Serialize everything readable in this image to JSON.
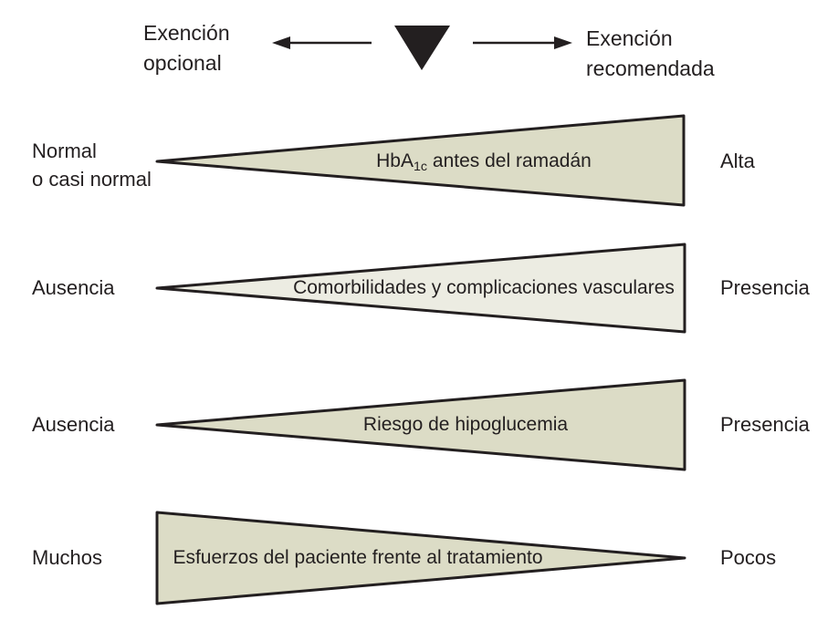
{
  "colors": {
    "ink": "#231f20",
    "wedge_fill_dark": "#dcdcc6",
    "wedge_fill_light": "#ecece2",
    "background": "#ffffff"
  },
  "header": {
    "left_label_line1": "Exención",
    "left_label_line2": "opcional",
    "right_label_line1": "Exención",
    "right_label_line2": "recomendada"
  },
  "rows": [
    {
      "left_label_line1": "Normal",
      "left_label_line2": "o casi normal",
      "wedge_label_pre": "HbA",
      "wedge_label_sub": "1c",
      "wedge_label_post": " antes del ramadán",
      "right_label": "Alta",
      "direction": "widens-right",
      "fill": "#dcdcc6"
    },
    {
      "left_label_line1": "Ausencia",
      "wedge_label_pre": "Comorbilidades y complicaciones vasculares",
      "wedge_label_sub": "",
      "wedge_label_post": "",
      "right_label": "Presencia",
      "direction": "widens-right",
      "fill": "#ecece2"
    },
    {
      "left_label_line1": "Ausencia",
      "wedge_label_pre": "Riesgo de hipoglucemia",
      "wedge_label_sub": "",
      "wedge_label_post": "",
      "right_label": "Presencia",
      "direction": "widens-right",
      "fill": "#dcdcc6"
    },
    {
      "left_label_line1": "Muchos",
      "wedge_label_pre": "Esfuerzos del paciente frente al tratamiento",
      "wedge_label_sub": "",
      "wedge_label_post": "",
      "right_label": "Pocos",
      "direction": "widens-left",
      "fill": "#dcdcc6"
    }
  ]
}
